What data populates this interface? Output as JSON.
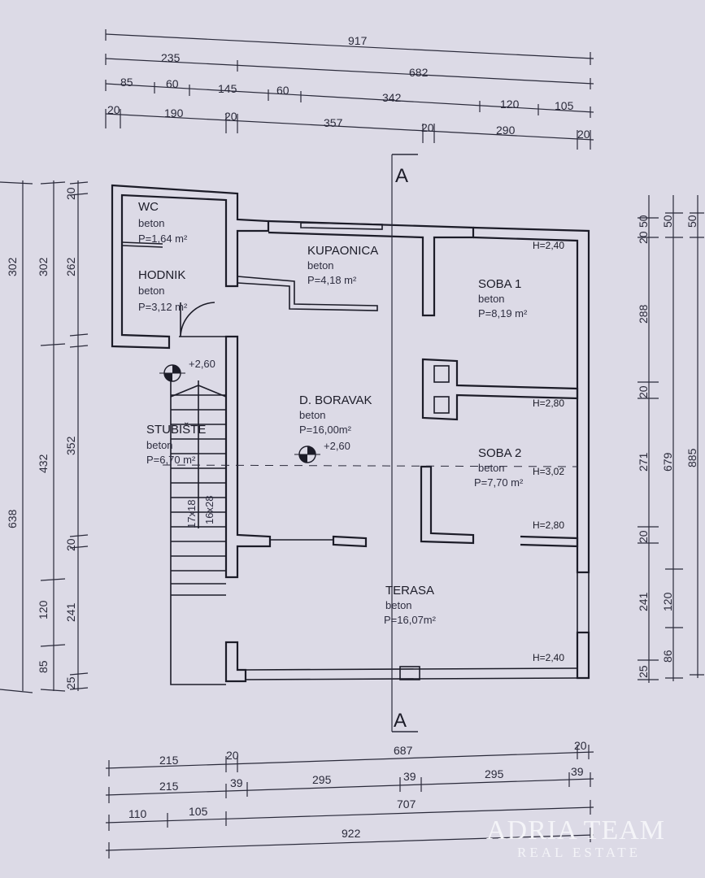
{
  "dims_top": {
    "row1": [
      "917"
    ],
    "row2": [
      "235",
      "682"
    ],
    "row3": [
      "85",
      "60",
      "145",
      "60",
      "342",
      "120",
      "105"
    ],
    "row4": [
      "20",
      "190",
      "20",
      "357",
      "20",
      "290",
      "20"
    ]
  },
  "dims_bottom": {
    "row1": [
      "215",
      "20",
      "687",
      "20"
    ],
    "row2": [
      "215",
      "39",
      "295",
      "39",
      "295",
      "39"
    ],
    "row3": [
      "110",
      "105",
      "707"
    ],
    "row4": [
      "922"
    ]
  },
  "dims_left": {
    "outer": [
      "638"
    ],
    "mid": [
      "302",
      "432",
      "120",
      "85"
    ],
    "inner": [
      "302",
      "262",
      "20",
      "352",
      "20",
      "241",
      "25"
    ]
  },
  "dims_right": {
    "inner": [
      "20",
      "50",
      "288",
      "20",
      "271",
      "20",
      "241",
      "25"
    ],
    "mid": [
      "50",
      "679",
      "120",
      "86"
    ],
    "outer": [
      "50",
      "885"
    ]
  },
  "section_marker": "A",
  "rooms": [
    {
      "name": "WC",
      "material": "beton",
      "area": "P=1,64 m²"
    },
    {
      "name": "HODNIK",
      "material": "beton",
      "area": "P=3,12 m²"
    },
    {
      "name": "KUPAONICA",
      "material": "beton",
      "area": "P=4,18 m²"
    },
    {
      "name": "SOBA 1",
      "material": "beton",
      "area": "P=8,19 m²"
    },
    {
      "name": "D. BORAVAK",
      "material": "beton",
      "area": "P=16,00m²"
    },
    {
      "name": "STUBIŠTE",
      "material": "beton",
      "area": "P=6,70 m²"
    },
    {
      "name": "SOBA 2",
      "material": "beton",
      "area": "P=7,70 m²"
    },
    {
      "name": "TERASA",
      "material": "beton",
      "area": "P=16,07m²"
    }
  ],
  "levels": [
    "+2,60",
    "+2,60"
  ],
  "heights": [
    "H=2,40",
    "H=2,80",
    "H=3,02",
    "H=2,80",
    "H=2,40"
  ],
  "stairs": [
    "17x18",
    "16x28"
  ],
  "watermark": {
    "line1": "ADRIA TEAM",
    "line2": "REAL ESTATE"
  }
}
